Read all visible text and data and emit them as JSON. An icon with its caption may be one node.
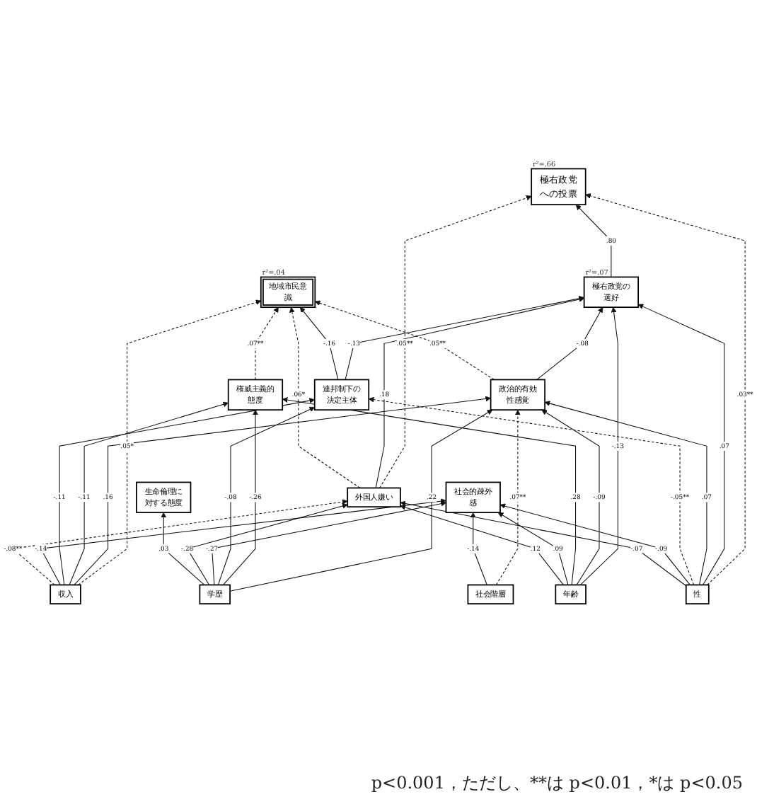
{
  "diagram": {
    "caption": "p<0.001，ただし、**は p<0.01，*は p<0.05",
    "nodes": [
      {
        "text": [
          "極右政党への投票"
        ],
        "beside": [
          "r²=.66"
        ]
      },
      {
        "text": [
          "極右政党の選好"
        ],
        "beside": [
          "r²=.07"
        ]
      },
      {
        "text": [
          "地域市民意識"
        ],
        "beside": [
          "r²=.04"
        ]
      },
      {
        "text": [
          "政治的有効性感覚"
        ]
      },
      {
        "text": [
          "権威主義的態度"
        ]
      },
      {
        "text": [
          "連邦制下の決定主体"
        ]
      },
      {
        "text": [
          "社会的疎外感"
        ]
      },
      {
        "text": [
          "外国人嫌い"
        ]
      },
      {
        "text": [
          "生命倫理に対する態度"
        ]
      },
      {
        "text": [
          "性"
        ]
      },
      {
        "text": [
          "年齢"
        ]
      },
      {
        "text": [
          "学歴"
        ]
      },
      {
        "text": [
          "社会階層"
        ]
      },
      {
        "text": [
          "収入"
        ]
      }
    ],
    "edges": [
      {
        "from": 1,
        "to": 0,
        "arrow": "to",
        "label": ".80"
      },
      {
        "from": 9,
        "to": 0,
        "arrow": "to",
        "label": ".03**",
        "style": "dashed"
      },
      {
        "from": 7,
        "to": 0,
        "arrow": "to",
        "label": ".05**",
        "style": "dashed"
      },
      {
        "from": 9,
        "to": 1,
        "arrow": "to",
        "label": ".07"
      },
      {
        "from": 3,
        "to": 1,
        "arrow": "to",
        "label": "-.08"
      },
      {
        "from": 10,
        "to": 1,
        "arrow": "to",
        "label": "-.13"
      },
      {
        "from": 7,
        "to": 1,
        "arrow": "to",
        "label": ".18"
      },
      {
        "from": 5,
        "to": 1,
        "arrow": "to",
        "label": "-.13"
      },
      {
        "from": 3,
        "to": 2,
        "arrow": "to",
        "label": ".05**",
        "style": "dashed"
      },
      {
        "from": 4,
        "to": 2,
        "arrow": "to",
        "label": ".07**",
        "style": "dashed"
      },
      {
        "from": 7,
        "to": 2,
        "arrow": "to",
        "label": ".06*",
        "style": "dashed"
      },
      {
        "from": 5,
        "to": 2,
        "arrow": "to",
        "label": "-.16"
      },
      {
        "from": 13,
        "to": 2,
        "arrow": "to",
        "label": ".05*",
        "style": "dashed"
      },
      {
        "from": 9,
        "to": 3,
        "arrow": "to",
        "label": ".07"
      },
      {
        "from": 10,
        "to": 3,
        "arrow": "to",
        "label": "-.09"
      },
      {
        "from": 11,
        "to": 3,
        "arrow": "to",
        "label": ".22"
      },
      {
        "from": 12,
        "to": 3,
        "arrow": "to",
        "label": ".07**",
        "style": "dashed"
      },
      {
        "from": 13,
        "to": 3,
        "arrow": "to",
        "label": ".16"
      },
      {
        "from": 10,
        "to": 4,
        "arrow": "to",
        "label": ".28"
      },
      {
        "from": 11,
        "to": 4,
        "arrow": "to",
        "label": "-.26"
      },
      {
        "from": 13,
        "to": 4,
        "arrow": "to",
        "label": "-.11"
      },
      {
        "from": 9,
        "to": 5,
        "arrow": "to",
        "label": "-.05**",
        "style": "dashed"
      },
      {
        "from": 11,
        "to": 5,
        "arrow": "to",
        "label": "-.08"
      },
      {
        "from": 13,
        "to": 5,
        "arrow": "to",
        "label": "-.11"
      },
      {
        "from": 9,
        "to": 6,
        "arrow": "to",
        "label": "-.09"
      },
      {
        "from": 10,
        "to": 6,
        "arrow": "to",
        "label": ".09"
      },
      {
        "from": 11,
        "to": 6,
        "arrow": "to",
        "label": "-.27"
      },
      {
        "from": 12,
        "to": 6,
        "arrow": "to",
        "label": "-.14"
      },
      {
        "from": 13,
        "to": 6,
        "arrow": "to",
        "label": "-.14"
      },
      {
        "from": 9,
        "to": 7,
        "arrow": "to",
        "label": "-.07"
      },
      {
        "from": 10,
        "to": 7,
        "arrow": "to",
        "label": ".12"
      },
      {
        "from": 11,
        "to": 7,
        "arrow": "to",
        "label": "-.28"
      },
      {
        "from": 13,
        "to": 7,
        "arrow": "to",
        "label": "-.08**",
        "style": "dashed"
      },
      {
        "from": 11,
        "to": 8,
        "arrow": "to",
        "label": ".03"
      }
    ]
  }
}
